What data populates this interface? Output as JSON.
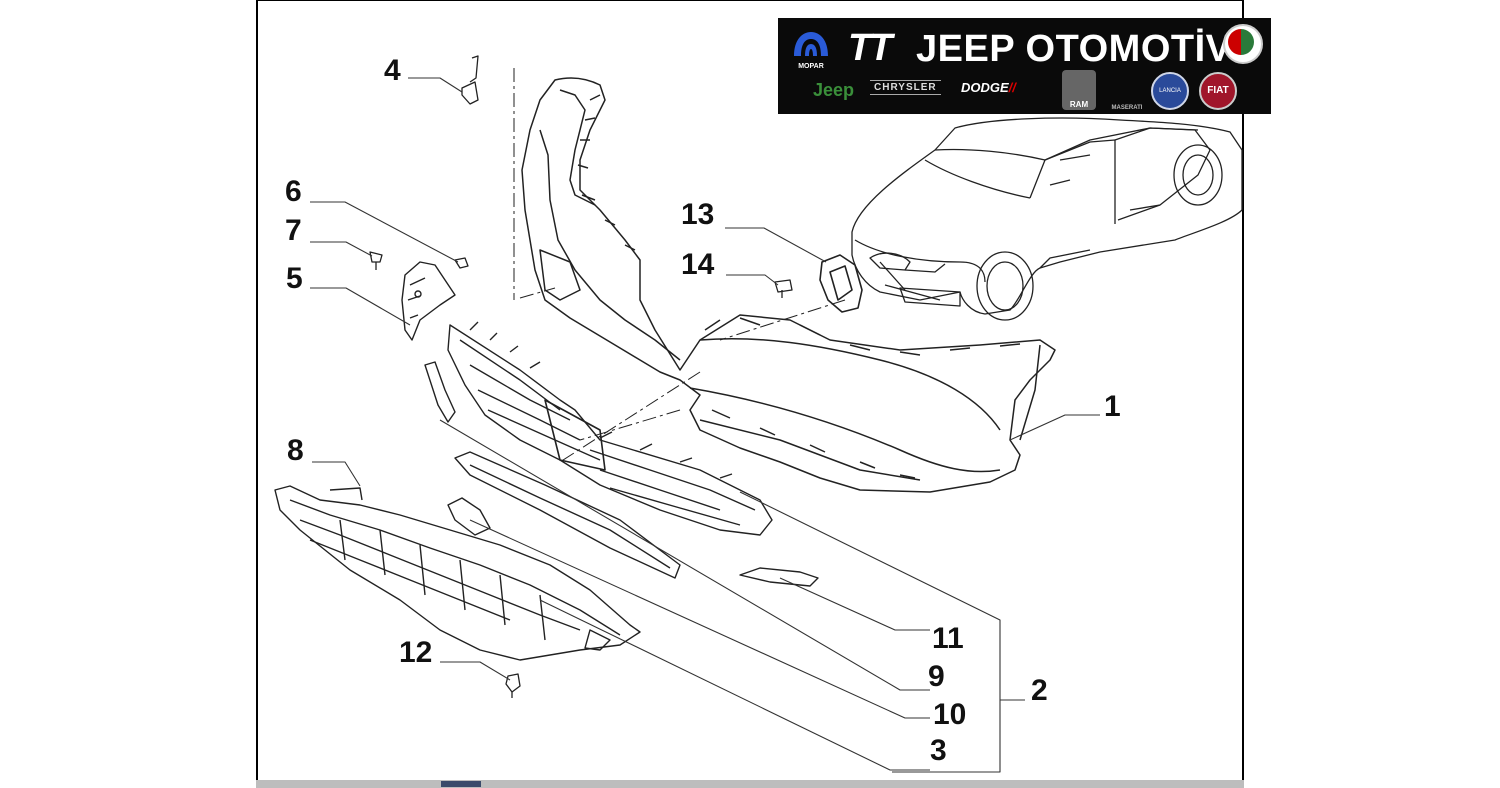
{
  "banner": {
    "tt_logo": "TT",
    "title": "JEEP OTOMOTİV",
    "brands": {
      "mopar": "MOPAR",
      "jeep": "Jeep",
      "chrysler": "CHRYSLER",
      "dodge": "DODGE",
      "dodge_stripes": "//",
      "ram": "RAM",
      "maserati": "MASERATI",
      "lancia": "LANCIA",
      "fiat": "FIAT",
      "alfa_romeo": "ALFA ROMEO"
    }
  },
  "callouts": {
    "c1": "1",
    "c2": "2",
    "c3": "3",
    "c4": "4",
    "c5": "5",
    "c6": "6",
    "c7": "7",
    "c8": "8",
    "c9": "9",
    "c10": "10",
    "c11": "11",
    "c12": "12",
    "c13": "13",
    "c14": "14"
  },
  "icons": {
    "mopar": "mopar-logo-icon",
    "ram": "ram-head-icon",
    "maserati": "trident-icon",
    "lancia": "lancia-shield-icon",
    "fiat": "fiat-badge-icon",
    "alfa": "alfa-romeo-badge-icon"
  }
}
